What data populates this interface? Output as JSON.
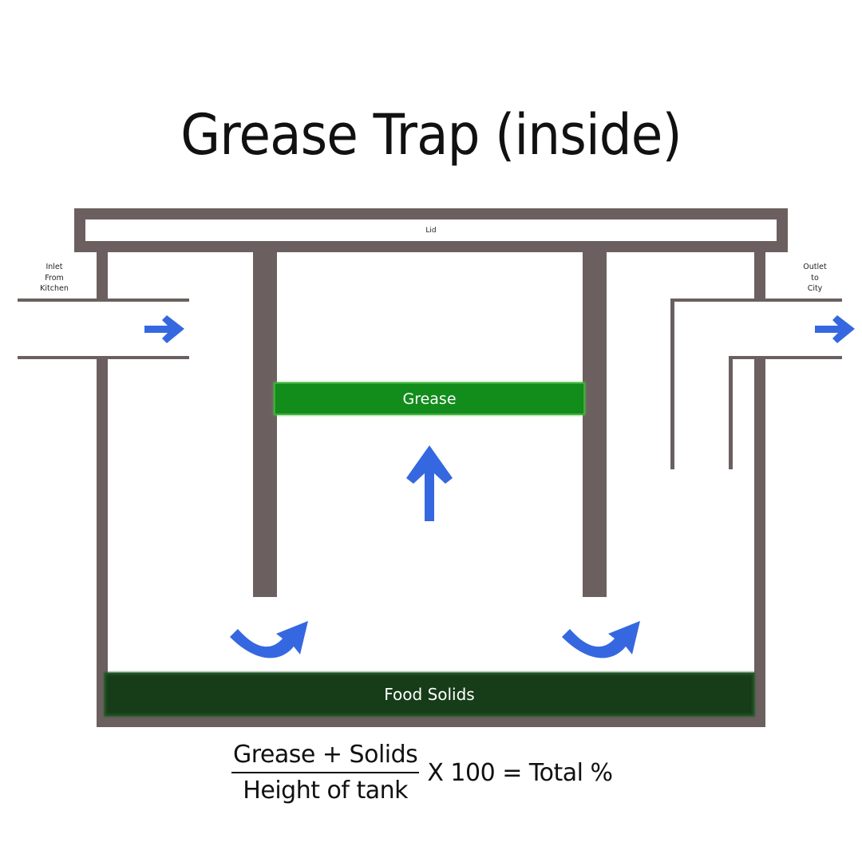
{
  "title": "Grease Trap (inside)",
  "diagram": {
    "lid_label": "Lid",
    "inlet_label": [
      "Inlet",
      "From",
      "Kitchen"
    ],
    "outlet_label": [
      "Outlet",
      "to",
      "City"
    ],
    "grease_label": "Grease",
    "solids_label": "Food Solids",
    "colors": {
      "wall": "#6b605f",
      "flow_arrow": "#3568e0",
      "grease": "#128c1b",
      "food_solids": "#163d18",
      "background": "#ffffff"
    },
    "flow_arrows": [
      {
        "name": "inlet-flow",
        "direction": "right"
      },
      {
        "name": "outlet-flow",
        "direction": "right"
      },
      {
        "name": "grease-rise",
        "direction": "up"
      },
      {
        "name": "left-baffle-underflow",
        "direction": "curve-up-right"
      },
      {
        "name": "right-baffle-underflow",
        "direction": "curve-up-right"
      }
    ]
  },
  "formula": {
    "numerator": "Grease + Solids",
    "denominator": "Height of tank",
    "rest": "X 100 = Total %"
  }
}
